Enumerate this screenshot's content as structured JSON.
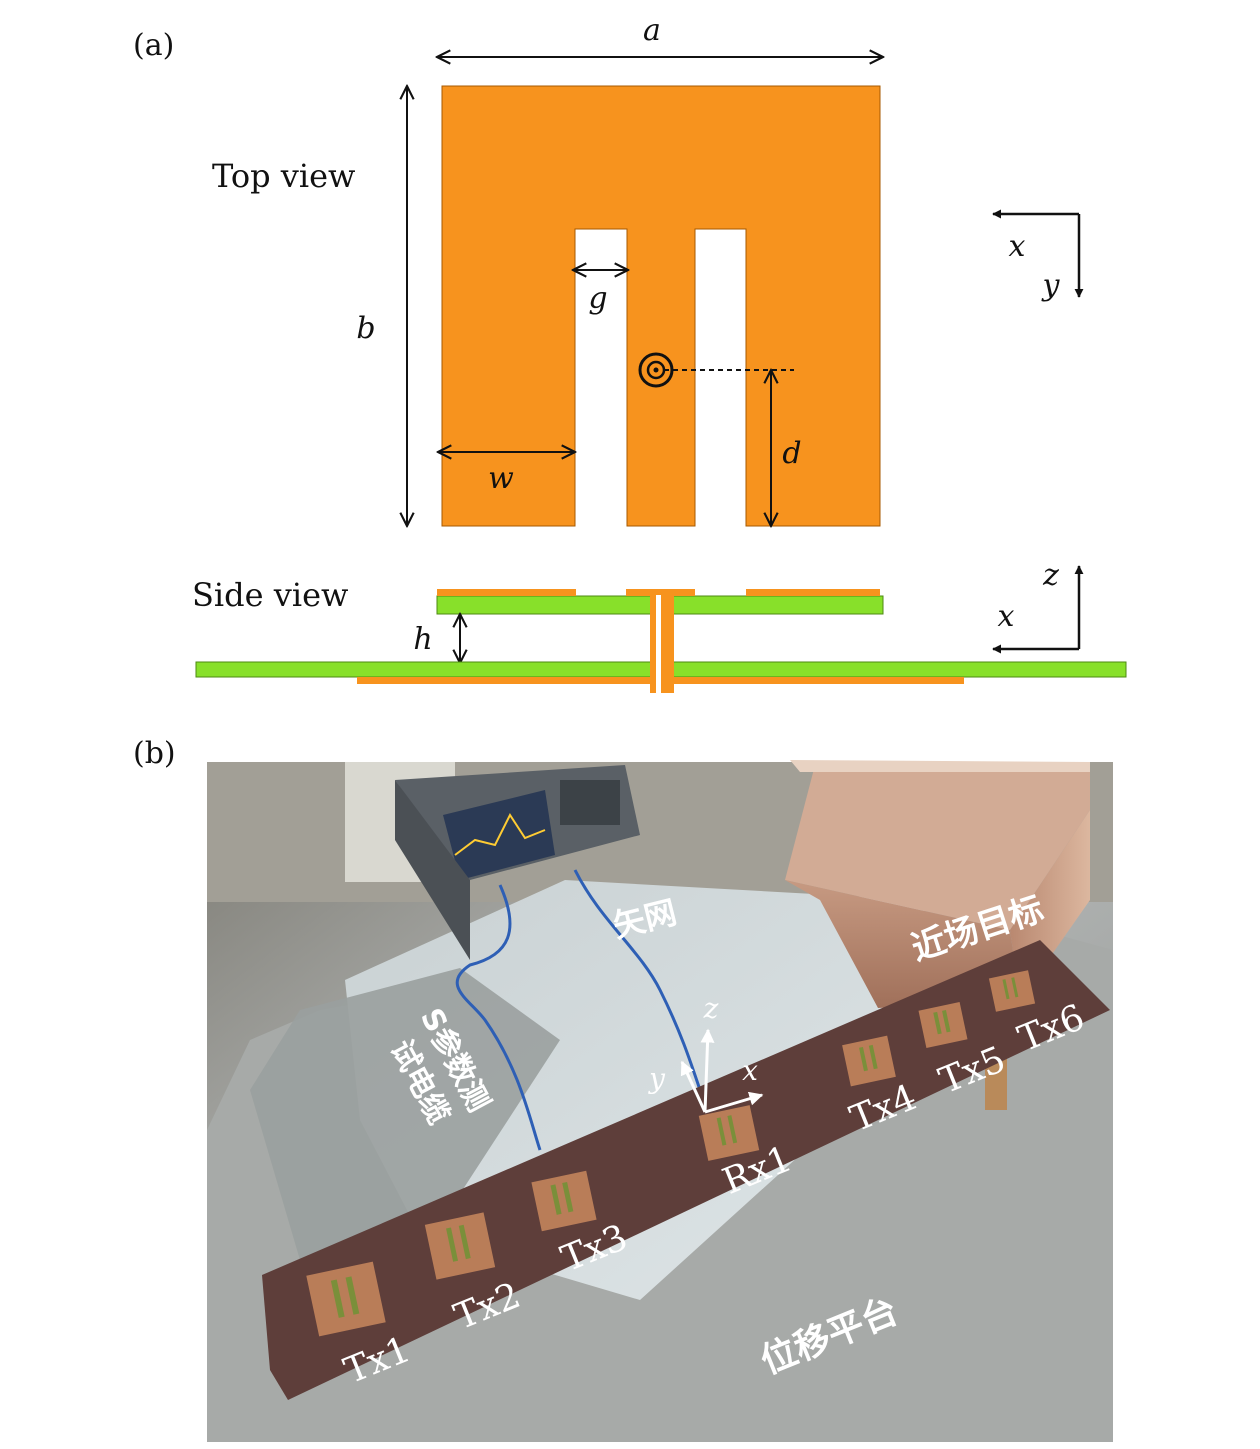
{
  "panel_a": {
    "label": "(a)",
    "top_view_label": "Top view",
    "side_view_label": "Side view",
    "dimensions": {
      "a": "a",
      "b": "b",
      "g": "g",
      "d": "d",
      "w": "w",
      "h": "h"
    },
    "axes_top": {
      "x": "x",
      "y": "y"
    },
    "axes_side": {
      "z": "z",
      "x": "x"
    },
    "colors": {
      "copper": "#f7931e",
      "substrate": "#88e02a",
      "dark_line": "#111111"
    }
  },
  "panel_b": {
    "label": "(b)",
    "annotations": {
      "vna": "矢网",
      "near_field_target": "近场目标",
      "cable_line1": "S参数测",
      "cable_line2": "试电缆",
      "stage": "位移平台"
    },
    "axes": {
      "z": "z",
      "y": "y",
      "x": "x"
    },
    "antennas": {
      "tx1": "Tx1",
      "tx2": "Tx2",
      "tx3": "Tx3",
      "rx1": "Rx1",
      "tx4": "Tx4",
      "tx5": "Tx5",
      "tx6": "Tx6"
    }
  }
}
